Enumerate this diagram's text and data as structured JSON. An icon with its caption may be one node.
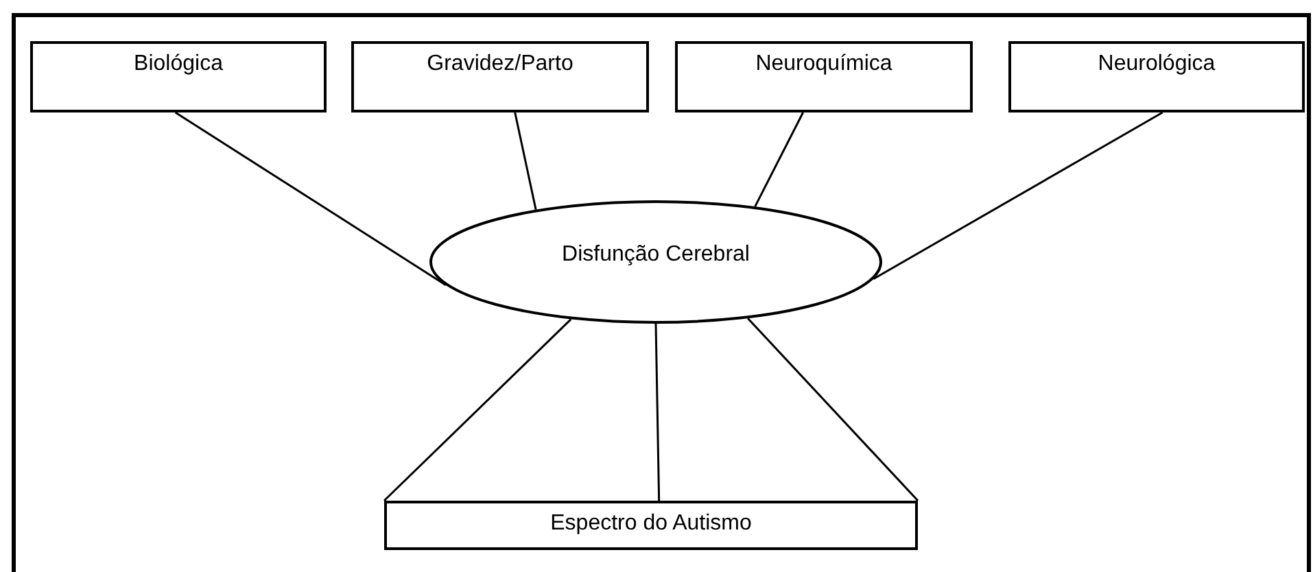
{
  "diagram": {
    "nodes": [
      {
        "text": [
          "Biológica"
        ]
      },
      {
        "text": [
          "Gravidez/Parto"
        ]
      },
      {
        "text": [
          "Neuroquímica"
        ]
      },
      {
        "text": [
          "Neurológica"
        ]
      },
      {
        "text": [
          "Disfunção Cerebral"
        ]
      },
      {
        "text": [
          "Espectro do Autismo"
        ]
      }
    ],
    "edges": [
      {
        "from": 0,
        "to": 4,
        "arrow": "none"
      },
      {
        "from": 1,
        "to": 4,
        "arrow": "none"
      },
      {
        "from": 2,
        "to": 4,
        "arrow": "none"
      },
      {
        "from": 3,
        "to": 4,
        "arrow": "none"
      },
      {
        "from": 4,
        "to": 5,
        "arrow": "none"
      },
      {
        "from": 4,
        "to": 5,
        "arrow": "none"
      },
      {
        "from": 4,
        "to": 5,
        "arrow": "none"
      }
    ]
  }
}
